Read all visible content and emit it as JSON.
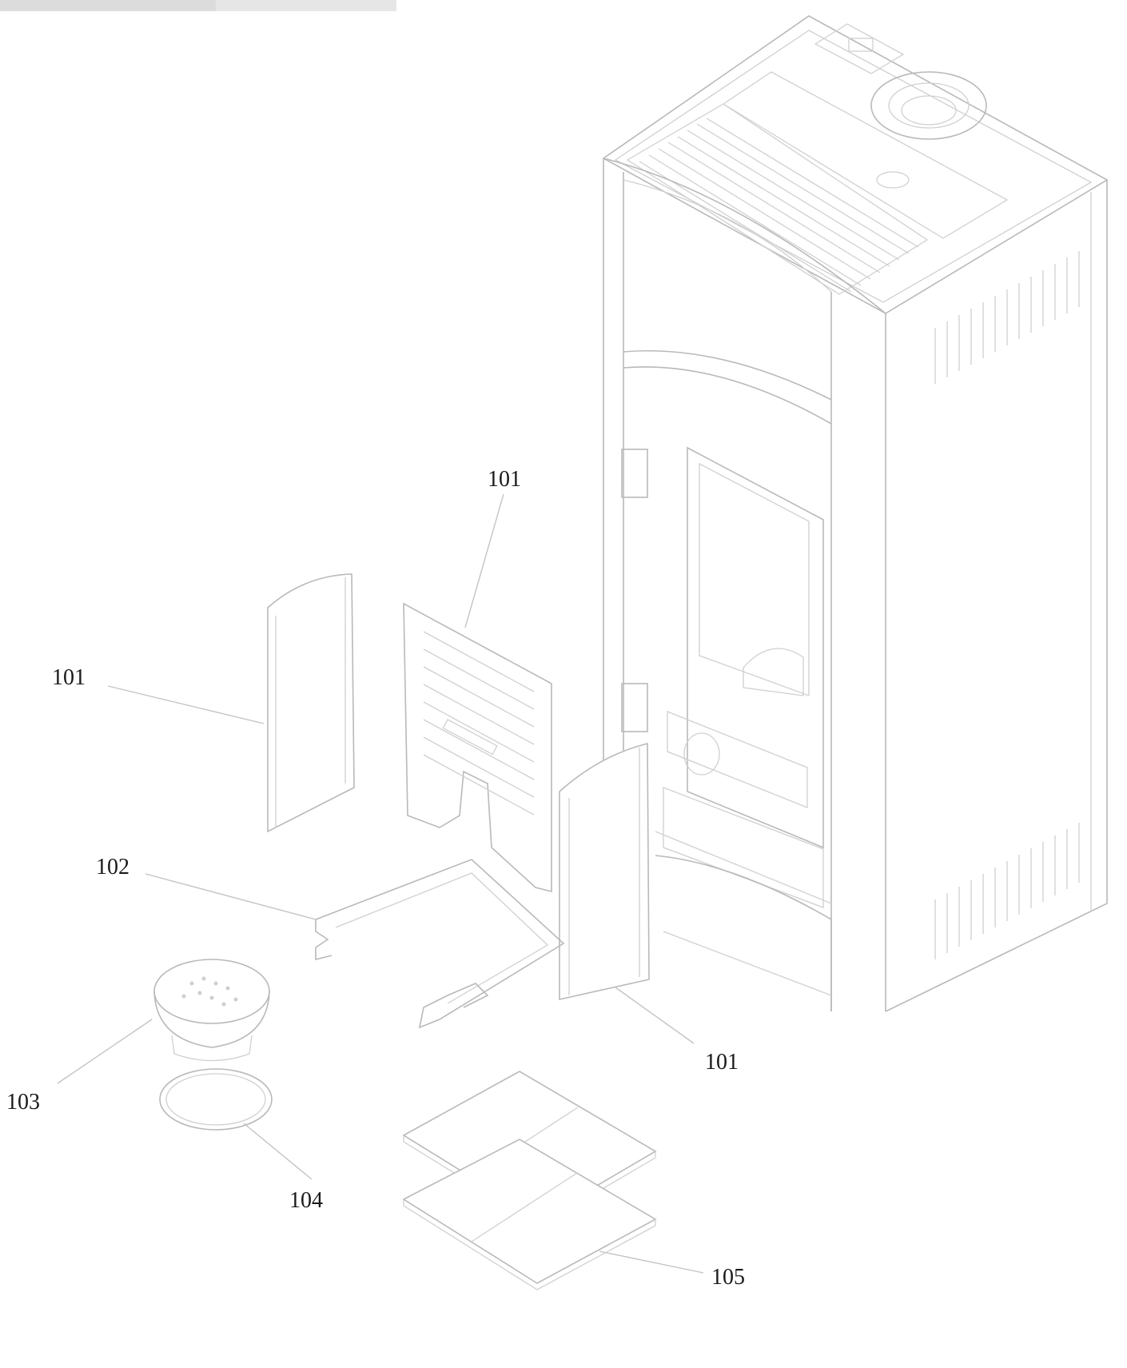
{
  "colors": {
    "line": "#b9b9b9",
    "label": "#1a1a1a",
    "background": "#ffffff"
  },
  "callouts": [
    {
      "id": "left-side-panel",
      "label": "101"
    },
    {
      "id": "rear-panel",
      "label": "101"
    },
    {
      "id": "right-side-panel",
      "label": "101"
    },
    {
      "id": "bottom-frame",
      "label": "102"
    },
    {
      "id": "burn-pot",
      "label": "103"
    },
    {
      "id": "gasket-ring",
      "label": "104"
    },
    {
      "id": "base-plates",
      "label": "105"
    }
  ]
}
